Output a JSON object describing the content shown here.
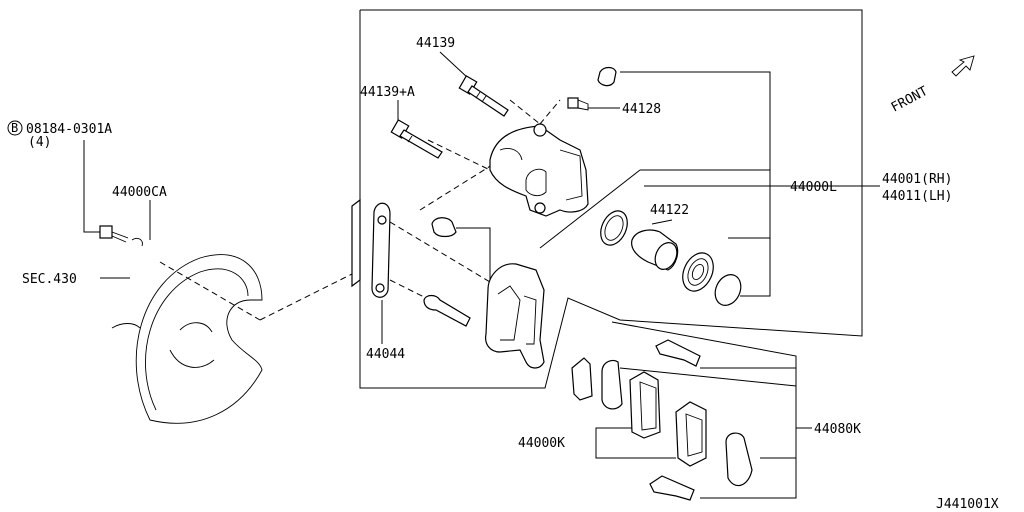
{
  "labels": {
    "bolt_ref": "08184-0301A",
    "bolt_qty": "(4)",
    "bolt_symbol": "B",
    "baffle_bolt": "44000CA",
    "sec": "SEC.430",
    "pin_upper": "44139",
    "pin_lower": "44139+A",
    "bleeder": "44128",
    "caliper_assy": "44000L",
    "caliper_rh": "44001(RH)",
    "caliper_lh": "44011(LH)",
    "piston": "44122",
    "mounting": "44044",
    "pad_kit": "44000K",
    "pad_hw_kit": "44080K",
    "front": "FRONT",
    "diagram_id": "J441001X"
  }
}
